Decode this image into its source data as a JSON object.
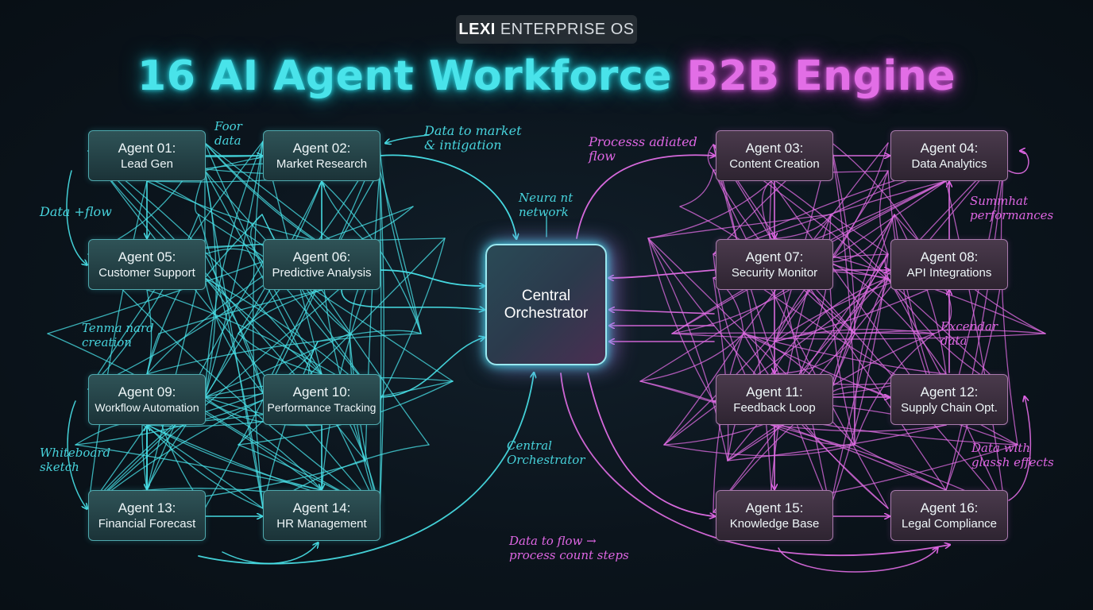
{
  "badge": {
    "brand": "LEXI",
    "label": "ENTERPRISE OS"
  },
  "title": {
    "part1": "16 AI Agent Workforce ",
    "part2": "B2B Engine"
  },
  "hub": {
    "line1": "Central",
    "line2": "Orchestrator"
  },
  "agents": [
    {
      "id": "01",
      "title": "Agent 01:",
      "subtitle": "Lead Gen",
      "group": "teal"
    },
    {
      "id": "02",
      "title": "Agent 02:",
      "subtitle": "Market Research",
      "group": "teal"
    },
    {
      "id": "03",
      "title": "Agent 03:",
      "subtitle": "Content Creation",
      "group": "pink"
    },
    {
      "id": "04",
      "title": "Agent 04:",
      "subtitle": "Data Analytics",
      "group": "pink"
    },
    {
      "id": "05",
      "title": "Agent 05:",
      "subtitle": "Customer Support",
      "group": "teal"
    },
    {
      "id": "06",
      "title": "Agent 06:",
      "subtitle": "Predictive Analysis",
      "group": "teal"
    },
    {
      "id": "07",
      "title": "Agent 07:",
      "subtitle": "Security Monitor",
      "group": "pink"
    },
    {
      "id": "08",
      "title": "Agent 08:",
      "subtitle": "API Integrations",
      "group": "pink"
    },
    {
      "id": "09",
      "title": "Agent 09:",
      "subtitle": "Workflow Automation",
      "group": "teal"
    },
    {
      "id": "10",
      "title": "Agent 10:",
      "subtitle": "Performance Tracking",
      "group": "teal"
    },
    {
      "id": "11",
      "title": "Agent 11:",
      "subtitle": "Feedback Loop",
      "group": "pink"
    },
    {
      "id": "12",
      "title": "Agent 12:",
      "subtitle": "Supply Chain Opt.",
      "group": "pink"
    },
    {
      "id": "13",
      "title": "Agent 13:",
      "subtitle": "Financial Forecast",
      "group": "teal"
    },
    {
      "id": "14",
      "title": "Agent 14:",
      "subtitle": "HR Management",
      "group": "teal"
    },
    {
      "id": "15",
      "title": "Agent 15:",
      "subtitle": "Knowledge Base",
      "group": "pink"
    },
    {
      "id": "16",
      "title": "Agent 16:",
      "subtitle": "Legal Compliance",
      "group": "pink"
    }
  ],
  "annotations": [
    {
      "text": "Foor\ndata",
      "color": "cyan"
    },
    {
      "text": "Data to market\n& intigation",
      "color": "cyan"
    },
    {
      "text": "Data +flow",
      "color": "cyan"
    },
    {
      "text": "Neura nt\nnetwork",
      "color": "cyan"
    },
    {
      "text": "Tenma nard\ncreation",
      "color": "cyan"
    },
    {
      "text": "Whiteboard\nsketch",
      "color": "cyan"
    },
    {
      "text": "Central\nOrchestrator",
      "color": "cyan"
    },
    {
      "text": "Processs adiated\nflow",
      "color": "pink"
    },
    {
      "text": "Summhat\nperformances",
      "color": "pink"
    },
    {
      "text": "Excendar\ndata",
      "color": "pink"
    },
    {
      "text": "Data with\nglassh effects",
      "color": "pink"
    },
    {
      "text": "Data to flow →\nprocess count steps",
      "color": "pink"
    }
  ],
  "colors": {
    "teal_accent": "#49e3ea",
    "pink_accent": "#e26ee6",
    "background": "#0b141c"
  }
}
